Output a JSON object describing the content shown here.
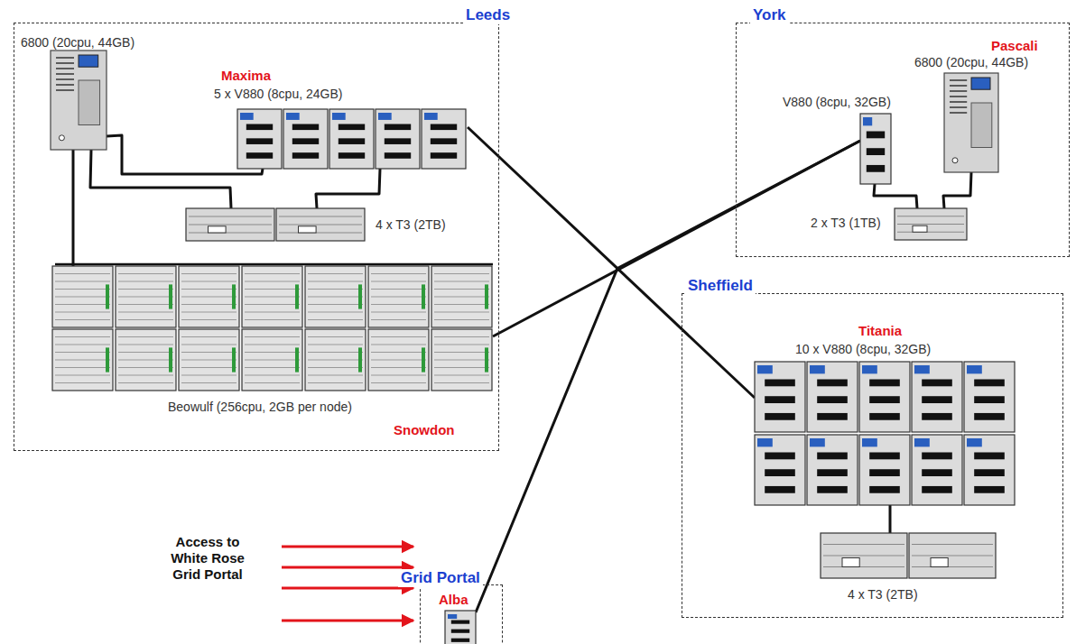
{
  "diagram": {
    "nodes": [
      {
        "text": [
          "Leeds"
        ]
      },
      {
        "text": [
          "6800 (20cpu, 44GB)"
        ],
        "in": 0
      },
      {
        "text": [
          "Maxima",
          "5 x V880 (8cpu, 24GB)"
        ],
        "in": 0
      },
      {
        "text": [
          "4 x T3 (2TB)"
        ],
        "in": 0
      },
      {
        "text": [
          "Beowulf (256cpu, 2GB per node)",
          "Snowdon"
        ],
        "in": 0
      },
      {
        "text": [
          "York"
        ]
      },
      {
        "text": [
          "V880 (8cpu, 32GB)"
        ],
        "in": 5
      },
      {
        "text": [
          "Pascali",
          "6800 (20cpu, 44GB)"
        ],
        "in": 5
      },
      {
        "text": [
          "2 x T3 (1TB)"
        ],
        "in": 5
      },
      {
        "text": [
          "Sheffield"
        ]
      },
      {
        "text": [
          "Titania",
          "10 x V880 (8cpu, 32GB)"
        ],
        "in": 9
      },
      {
        "text": [
          "4 x T3 (2TB)"
        ],
        "in": 9
      },
      {
        "text": [
          "Grid Portal"
        ]
      },
      {
        "text": [
          "Alba"
        ],
        "in": 12
      }
    ],
    "edges": [
      {
        "from": 1,
        "to": 2,
        "arrow": "none"
      },
      {
        "from": 1,
        "to": 3,
        "arrow": "none"
      },
      {
        "from": 2,
        "to": 3,
        "arrow": "none"
      },
      {
        "from": 1,
        "to": 4,
        "arrow": "none"
      },
      {
        "from": 2,
        "to": 10,
        "arrow": "none"
      },
      {
        "from": 4,
        "to": 6,
        "arrow": "none"
      },
      {
        "from": 6,
        "to": 8,
        "arrow": "none"
      },
      {
        "from": 7,
        "to": 8,
        "arrow": "none"
      },
      {
        "from": 10,
        "to": 11,
        "arrow": "none"
      },
      {
        "from": 13,
        "to": 6,
        "arrow": "none"
      }
    ],
    "labels": [
      "Access to White Rose Grid Portal"
    ]
  }
}
